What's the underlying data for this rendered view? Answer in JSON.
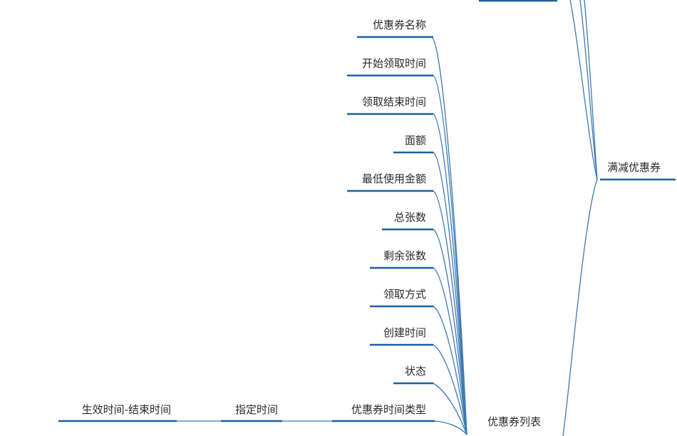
{
  "mindmap": {
    "parent_node": {
      "label": "满减优惠券"
    },
    "list_node": {
      "label": "优惠券列表"
    },
    "fields": [
      {
        "label": "优惠券名称"
      },
      {
        "label": "开始领取时间"
      },
      {
        "label": "领取结束时间"
      },
      {
        "label": "面额"
      },
      {
        "label": "最低使用金额"
      },
      {
        "label": "总张数"
      },
      {
        "label": "剩余张数"
      },
      {
        "label": "领取方式"
      },
      {
        "label": "创建时间"
      },
      {
        "label": "状态"
      },
      {
        "label": "优惠券时间类型"
      }
    ],
    "time_type_option": {
      "label": "指定时间"
    },
    "time_range_node": {
      "label": "生效时间-结束时间"
    }
  },
  "colors": {
    "underline": "#1f5f9e",
    "branch": "#3e79b4",
    "text": "#2a2a2a",
    "background": "#ffffff"
  }
}
